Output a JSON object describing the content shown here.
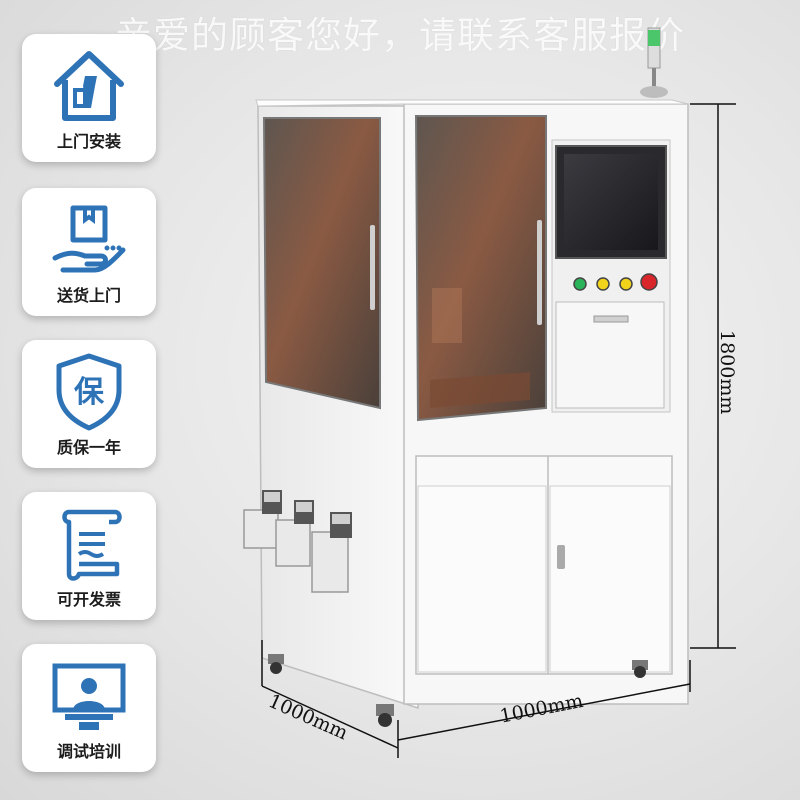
{
  "banner": "亲爱的顾客您好，请联系客服报价",
  "services": [
    {
      "label": "上门安装",
      "icon": "home-repair-icon"
    },
    {
      "label": "送货上门",
      "icon": "delivery-hand-icon"
    },
    {
      "label": "质保一年",
      "icon": "warranty-shield-icon"
    },
    {
      "label": "可开发票",
      "icon": "invoice-scroll-icon"
    },
    {
      "label": "调试培训",
      "icon": "training-screen-icon"
    }
  ],
  "dimensions": {
    "height": "1800mm",
    "width": "1000mm",
    "depth": "1000mm"
  },
  "colors": {
    "icon_blue": "#2f73b7",
    "machine_white": "#f7f7f7",
    "glass": "#6b5a4e"
  }
}
